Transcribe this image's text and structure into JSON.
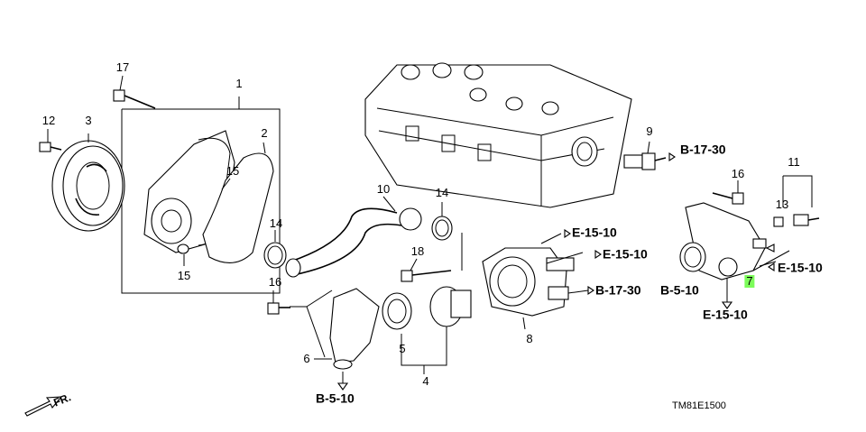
{
  "diagram": {
    "part_numbers": [
      "1",
      "2",
      "3",
      "4",
      "5",
      "6",
      "7",
      "8",
      "9",
      "10",
      "11",
      "12",
      "13",
      "14",
      "14",
      "15",
      "15",
      "16",
      "16",
      "17",
      "18"
    ],
    "references": {
      "b_17_30_a": "B-17-30",
      "b_17_30_b": "B-17-30",
      "e_15_10_a": "E-15-10",
      "e_15_10_b": "E-15-10",
      "e_15_10_c": "E-15-10",
      "e_15_10_d": "E-15-10",
      "b_5_10_a": "B-5-10",
      "b_5_10_b": "B-5-10"
    },
    "direction_marker": "FR.",
    "drawing_code": "TM81E1500",
    "highlight_color": "#7CFC5A"
  }
}
